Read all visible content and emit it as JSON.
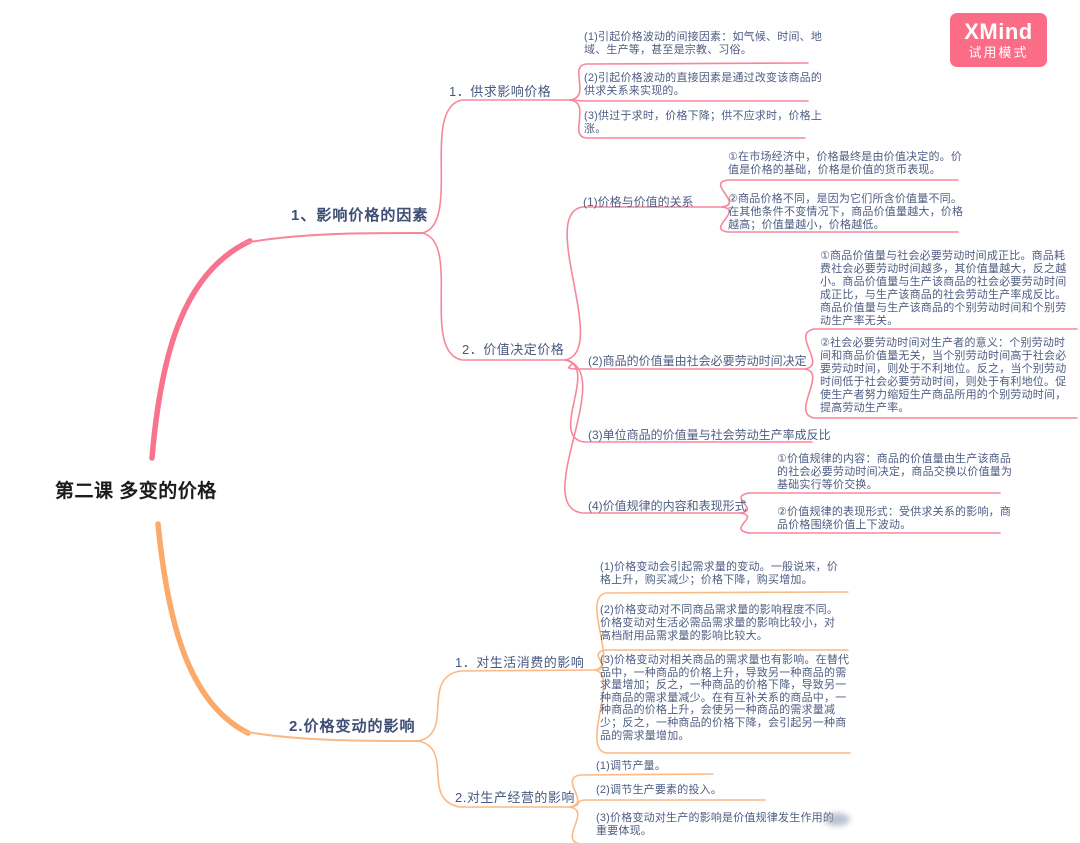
{
  "badge": {
    "title": "XMind",
    "subtitle": "试用模式",
    "bg_color": "#fb6d87"
  },
  "root": {
    "label": "第二课 多变的价格"
  },
  "branch1": {
    "label": "1、影响价格的因素",
    "line_color": "#f7738e",
    "supply": {
      "label": "1．供求影响价格",
      "items": [
        "(1)引起价格波动的间接因素：如气候、时间、地域、生产等，甚至是宗教、习俗。",
        "(2)引起价格波动的直接因素是通过改变该商品的供求关系来实现的。",
        "(3)供过于求时，价格下降；供不应求时，价格上涨。"
      ]
    },
    "value": {
      "label": "2．价值决定价格",
      "relation": {
        "label": "(1)价格与价值的关系",
        "items": [
          "①在市场经济中，价格最终是由价值决定的。价值是价格的基础，价格是价值的货币表现。",
          "②商品价格不同，是因为它们所含价值量不同。在其他条件不变情况下，商品价值量越大，价格越高；价值量越小，价格越低。"
        ]
      },
      "labor_time": {
        "label": "(2)商品的价值量由社会必要劳动时间决定",
        "items": [
          "①商品价值量与社会必要劳动时间成正比。商品耗费社会必要劳动时间越多，其价值量越大，反之越小。商品价值量与生产该商品的社会必要劳动时间成正比，与生产该商品的社会劳动生产率成反比。商品价值量与生产该商品的个别劳动时间和个别劳动生产率无关。",
          "②社会必要劳动时间对生产者的意义：个别劳动时间和商品价值量无关，当个别劳动时间高于社会必要劳动时间，则处于不利地位。反之，当个别劳动时间低于社会必要劳动时间，则处于有利地位。促使生产者努力缩短生产商品所用的个别劳动时间，提高劳动生产率。"
        ]
      },
      "unit": {
        "label": "(3)单位商品的价值量与社会劳动生产率成反比"
      },
      "law": {
        "label": "(4)价值规律的内容和表现形式",
        "items": [
          "①价值规律的内容：商品的价值量由生产该商品的社会必要劳动时间决定，商品交换以价值量为基础实行等价交换。",
          "②价值规律的表现形式：受供求关系的影响，商品价格围绕价值上下波动。"
        ]
      }
    }
  },
  "branch2": {
    "label": "2.价格变动的影响",
    "line_color": "#fbaa6a",
    "consume": {
      "label": "1．对生活消费的影响",
      "items": [
        "(1)价格变动会引起需求量的变动。一般说来，价格上升，购买减少；价格下降，购买增加。",
        "(2)价格变动对不同商品需求量的影响程度不同。价格变动对生活必需品需求量的影响比较小，对高档耐用品需求量的影响比较大。",
        "(3)价格变动对相关商品的需求量也有影响。在替代品中，一种商品的价格上升，导致另一种商品的需求量增加；反之，一种商品的价格下降，导致另一种商品的需求量减少。在有互补关系的商品中，一种商品的价格上升，会使另一种商品的需求量减少；反之，一种商品的价格下降，会引起另一种商品的需求量增加。"
      ]
    },
    "produce": {
      "label": "2.对生产经营的影响",
      "items": [
        "(1)调节产量。",
        "(2)调节生产要素的投入。",
        "(3)价格变动对生产的影响是价值规律发生作用的重要体现。"
      ]
    }
  }
}
